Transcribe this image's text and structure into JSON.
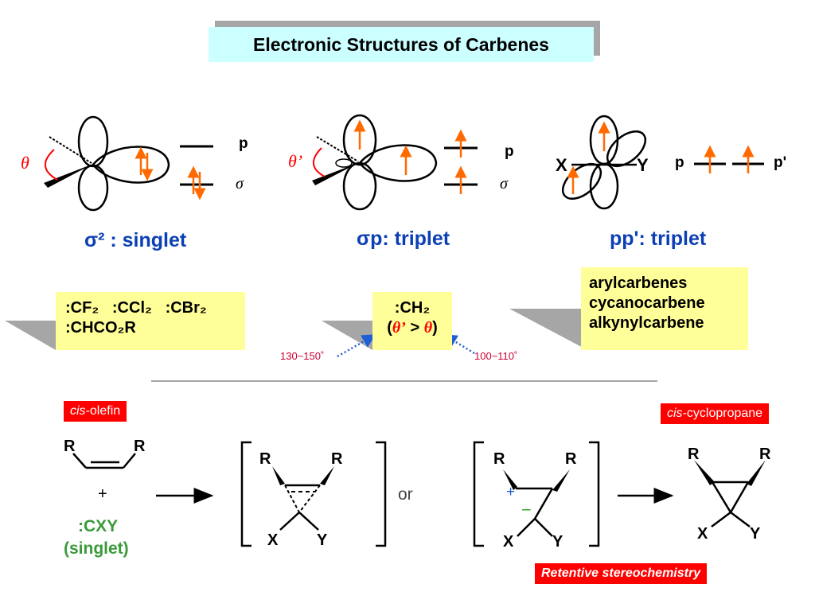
{
  "title": "Electronic Structures of Carbenes",
  "carbenes": {
    "singlet": {
      "angle_label": "θ",
      "label_p": "p",
      "label_sigma": "σ",
      "state_label": "σ² : singlet"
    },
    "triplet_sp": {
      "angle_label": "θ’",
      "label_p": "p",
      "label_sigma": "σ",
      "state_label": "σp: triplet"
    },
    "triplet_pp": {
      "label_x": "X",
      "label_y": "Y",
      "label_p": "p",
      "label_pprime": "p'",
      "state_label": "pp': triplet"
    }
  },
  "examples": {
    "singlet": {
      "line1_a": ":CF₂",
      "line1_b": ":C",
      "line1_c": "Cl₂",
      "line1_d": ":CBr₂",
      "line2": ":CHCO₂R"
    },
    "ch2": {
      "line1": ":CH₂",
      "line2_open": "(",
      "line2_theta_prime": "θ’",
      "line2_gt": " > ",
      "line2_theta": "θ",
      "line2_close": ")"
    },
    "triplet_pp": [
      "arylcarbenes",
      "cycanocarbene",
      "alkynylcarbene"
    ]
  },
  "angles": {
    "left": "130~150˚",
    "right": "100~110˚"
  },
  "reaction": {
    "cis_olefin_italic": "cis",
    "cis_olefin_rest": "-olefin",
    "cis_cyclopropane_italic": "cis",
    "cis_cyclopropane_rest": "-cyclopropane",
    "plus": "+",
    "reagent": ":CXY",
    "reagent_note": "(singlet)",
    "or": "or",
    "retentive": "Retentive stereochemistry",
    "R": "R",
    "X": "X",
    "Y": "Y",
    "charge_plus": "+",
    "charge_minus": "–"
  },
  "colors": {
    "accent_red": "#ff0000",
    "title_bg": "#ccffff",
    "box_bg": "#ffff99",
    "electron_arrow": "#ff6a00",
    "state_blue": "#0b3fb5",
    "reagent_green": "#3a9a3a",
    "dotted_blue": "#1f5fd6"
  }
}
